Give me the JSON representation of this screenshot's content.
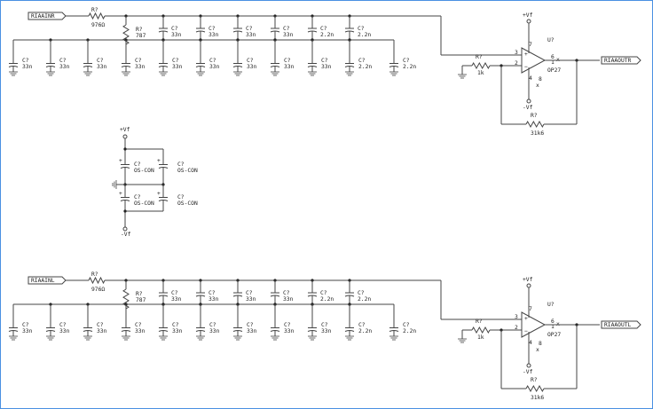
{
  "schematic": {
    "supply": {
      "pos": "+Vf",
      "neg": "-Vf"
    },
    "top_channel": {
      "input_label": "RIAAINR",
      "output_label": "RIAAOUTR",
      "series_resistor": {
        "name": "R?",
        "value": "976Ω"
      },
      "shunt_resistor": {
        "name": "R?",
        "value": "787"
      },
      "row1_caps": [
        {
          "name": "C?",
          "value": "33n"
        },
        {
          "name": "C?",
          "value": "33n"
        },
        {
          "name": "C?",
          "value": "33n"
        },
        {
          "name": "C?",
          "value": "33n"
        },
        {
          "name": "C?",
          "value": "2.2n"
        },
        {
          "name": "C?",
          "value": "2.2n"
        }
      ],
      "row2_caps": [
        {
          "name": "C?",
          "value": "33n"
        },
        {
          "name": "C?",
          "value": "33n"
        },
        {
          "name": "C?",
          "value": "33n"
        },
        {
          "name": "C?",
          "value": "33n"
        },
        {
          "name": "C?",
          "value": "33n"
        },
        {
          "name": "C?",
          "value": "33n"
        },
        {
          "name": "C?",
          "value": "33n"
        },
        {
          "name": "C?",
          "value": "33n"
        },
        {
          "name": "C?",
          "value": "33n"
        },
        {
          "name": "C?",
          "value": "2.2n"
        },
        {
          "name": "C?",
          "value": "2.2n"
        }
      ],
      "opamp": {
        "ref": "U?",
        "part": "OP27",
        "pins": {
          "inp": "3",
          "inn": "2",
          "out": "6",
          "vpos": "7",
          "vneg": "4",
          "trim1": "1",
          "trim8": "8"
        }
      },
      "input_resistor": {
        "name": "R?",
        "value": "1k"
      },
      "feedback_resistor": {
        "name": "R?",
        "value": "31k6"
      }
    },
    "bottom_channel": {
      "input_label": "RIAAINL",
      "output_label": "RIAAOUTL",
      "series_resistor": {
        "name": "R?",
        "value": "976Ω"
      },
      "shunt_resistor": {
        "name": "R?",
        "value": "787"
      },
      "row1_caps": [
        {
          "name": "C?",
          "value": "33n"
        },
        {
          "name": "C?",
          "value": "33n"
        },
        {
          "name": "C?",
          "value": "33n"
        },
        {
          "name": "C?",
          "value": "33n"
        },
        {
          "name": "C?",
          "value": "2.2n"
        },
        {
          "name": "C?",
          "value": "2.2n"
        }
      ],
      "row2_caps": [
        {
          "name": "C?",
          "value": "33n"
        },
        {
          "name": "C?",
          "value": "33n"
        },
        {
          "name": "C?",
          "value": "33n"
        },
        {
          "name": "C?",
          "value": "33n"
        },
        {
          "name": "C?",
          "value": "33n"
        },
        {
          "name": "C?",
          "value": "33n"
        },
        {
          "name": "C?",
          "value": "33n"
        },
        {
          "name": "C?",
          "value": "33n"
        },
        {
          "name": "C?",
          "value": "33n"
        },
        {
          "name": "C?",
          "value": "2.2n"
        },
        {
          "name": "C?",
          "value": "2.2n"
        }
      ],
      "opamp": {
        "ref": "U?",
        "part": "OP27",
        "pins": {
          "inp": "3",
          "inn": "2",
          "out": "6",
          "vpos": "7",
          "vneg": "4",
          "trim1": "1",
          "trim8": "8"
        }
      },
      "input_resistor": {
        "name": "R?",
        "value": "1k"
      },
      "feedback_resistor": {
        "name": "R?",
        "value": "31k6"
      }
    },
    "decoupling": {
      "caps": [
        {
          "name": "C?",
          "value": "OS-CON",
          "polarity": "+"
        },
        {
          "name": "C?",
          "value": "OS-CON",
          "polarity": "+"
        },
        {
          "name": "C?",
          "value": "OS-CON",
          "polarity": "+"
        },
        {
          "name": "C?",
          "value": "OS-CON",
          "polarity": "+"
        }
      ]
    }
  }
}
